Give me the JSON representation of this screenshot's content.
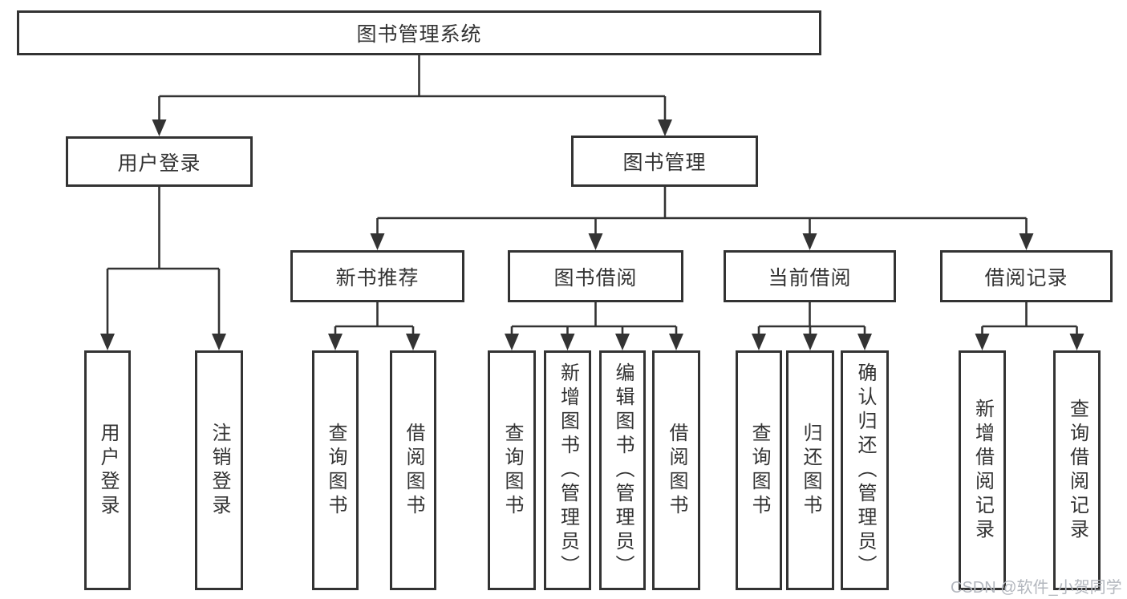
{
  "tree": {
    "label": "图书管理系统",
    "children": [
      {
        "label": "用户登录",
        "children": [
          {
            "label": "用户登录"
          },
          {
            "label": "注销登录"
          }
        ]
      },
      {
        "label": "图书管理",
        "children": [
          {
            "label": "新书推荐",
            "children": [
              {
                "label": "查询图书"
              },
              {
                "label": "借阅图书"
              }
            ]
          },
          {
            "label": "图书借阅",
            "children": [
              {
                "label": "查询图书"
              },
              {
                "label": "新增图书（管理员）"
              },
              {
                "label": "编辑图书（管理员）"
              },
              {
                "label": "借阅图书"
              }
            ]
          },
          {
            "label": "当前借阅",
            "children": [
              {
                "label": "查询图书"
              },
              {
                "label": "归还图书"
              },
              {
                "label": "确认归还（管理员）"
              }
            ]
          },
          {
            "label": "借阅记录",
            "children": [
              {
                "label": "新增借阅记录"
              },
              {
                "label": "查询借阅记录"
              }
            ]
          }
        ]
      }
    ]
  },
  "watermark": "CSDN @软件_小贺同学",
  "colors": {
    "line": "#333333",
    "text": "#333333",
    "background": "#ffffff",
    "box_background": "#ffffff",
    "watermark": "#b3b7be"
  }
}
